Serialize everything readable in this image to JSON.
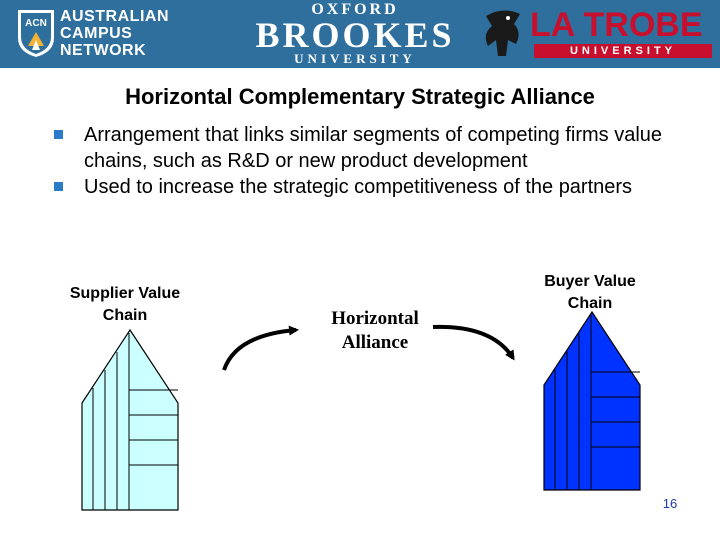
{
  "header": {
    "acn": {
      "line1": "Australian",
      "line2": "Campus",
      "line3": "Network",
      "badge": "ACN"
    },
    "brookes": {
      "line1": "OXFORD",
      "line2": "BROOKES",
      "line3": "UNIVERSITY"
    },
    "latrobe": {
      "name": "LA TROBE",
      "sub": "UNIVERSITY"
    },
    "colors": {
      "bar": "#2e6f9e",
      "latrobe_red": "#c8102e"
    }
  },
  "title": "Horizontal Complementary Strategic Alliance",
  "bullets": [
    {
      "text": "Arrangement that links similar segments of competing firms value chains, such as R&D or new product development"
    },
    {
      "text": "Used to increase the strategic competitiveness of the partners"
    }
  ],
  "diagram": {
    "supplier_label": "Supplier Value Chain",
    "center_label": "Horizontal Alliance",
    "buyer_label": "Buyer Value Chain",
    "supplier_color": "#ccffff",
    "buyer_color": "#0033ff"
  },
  "page_number": "16"
}
